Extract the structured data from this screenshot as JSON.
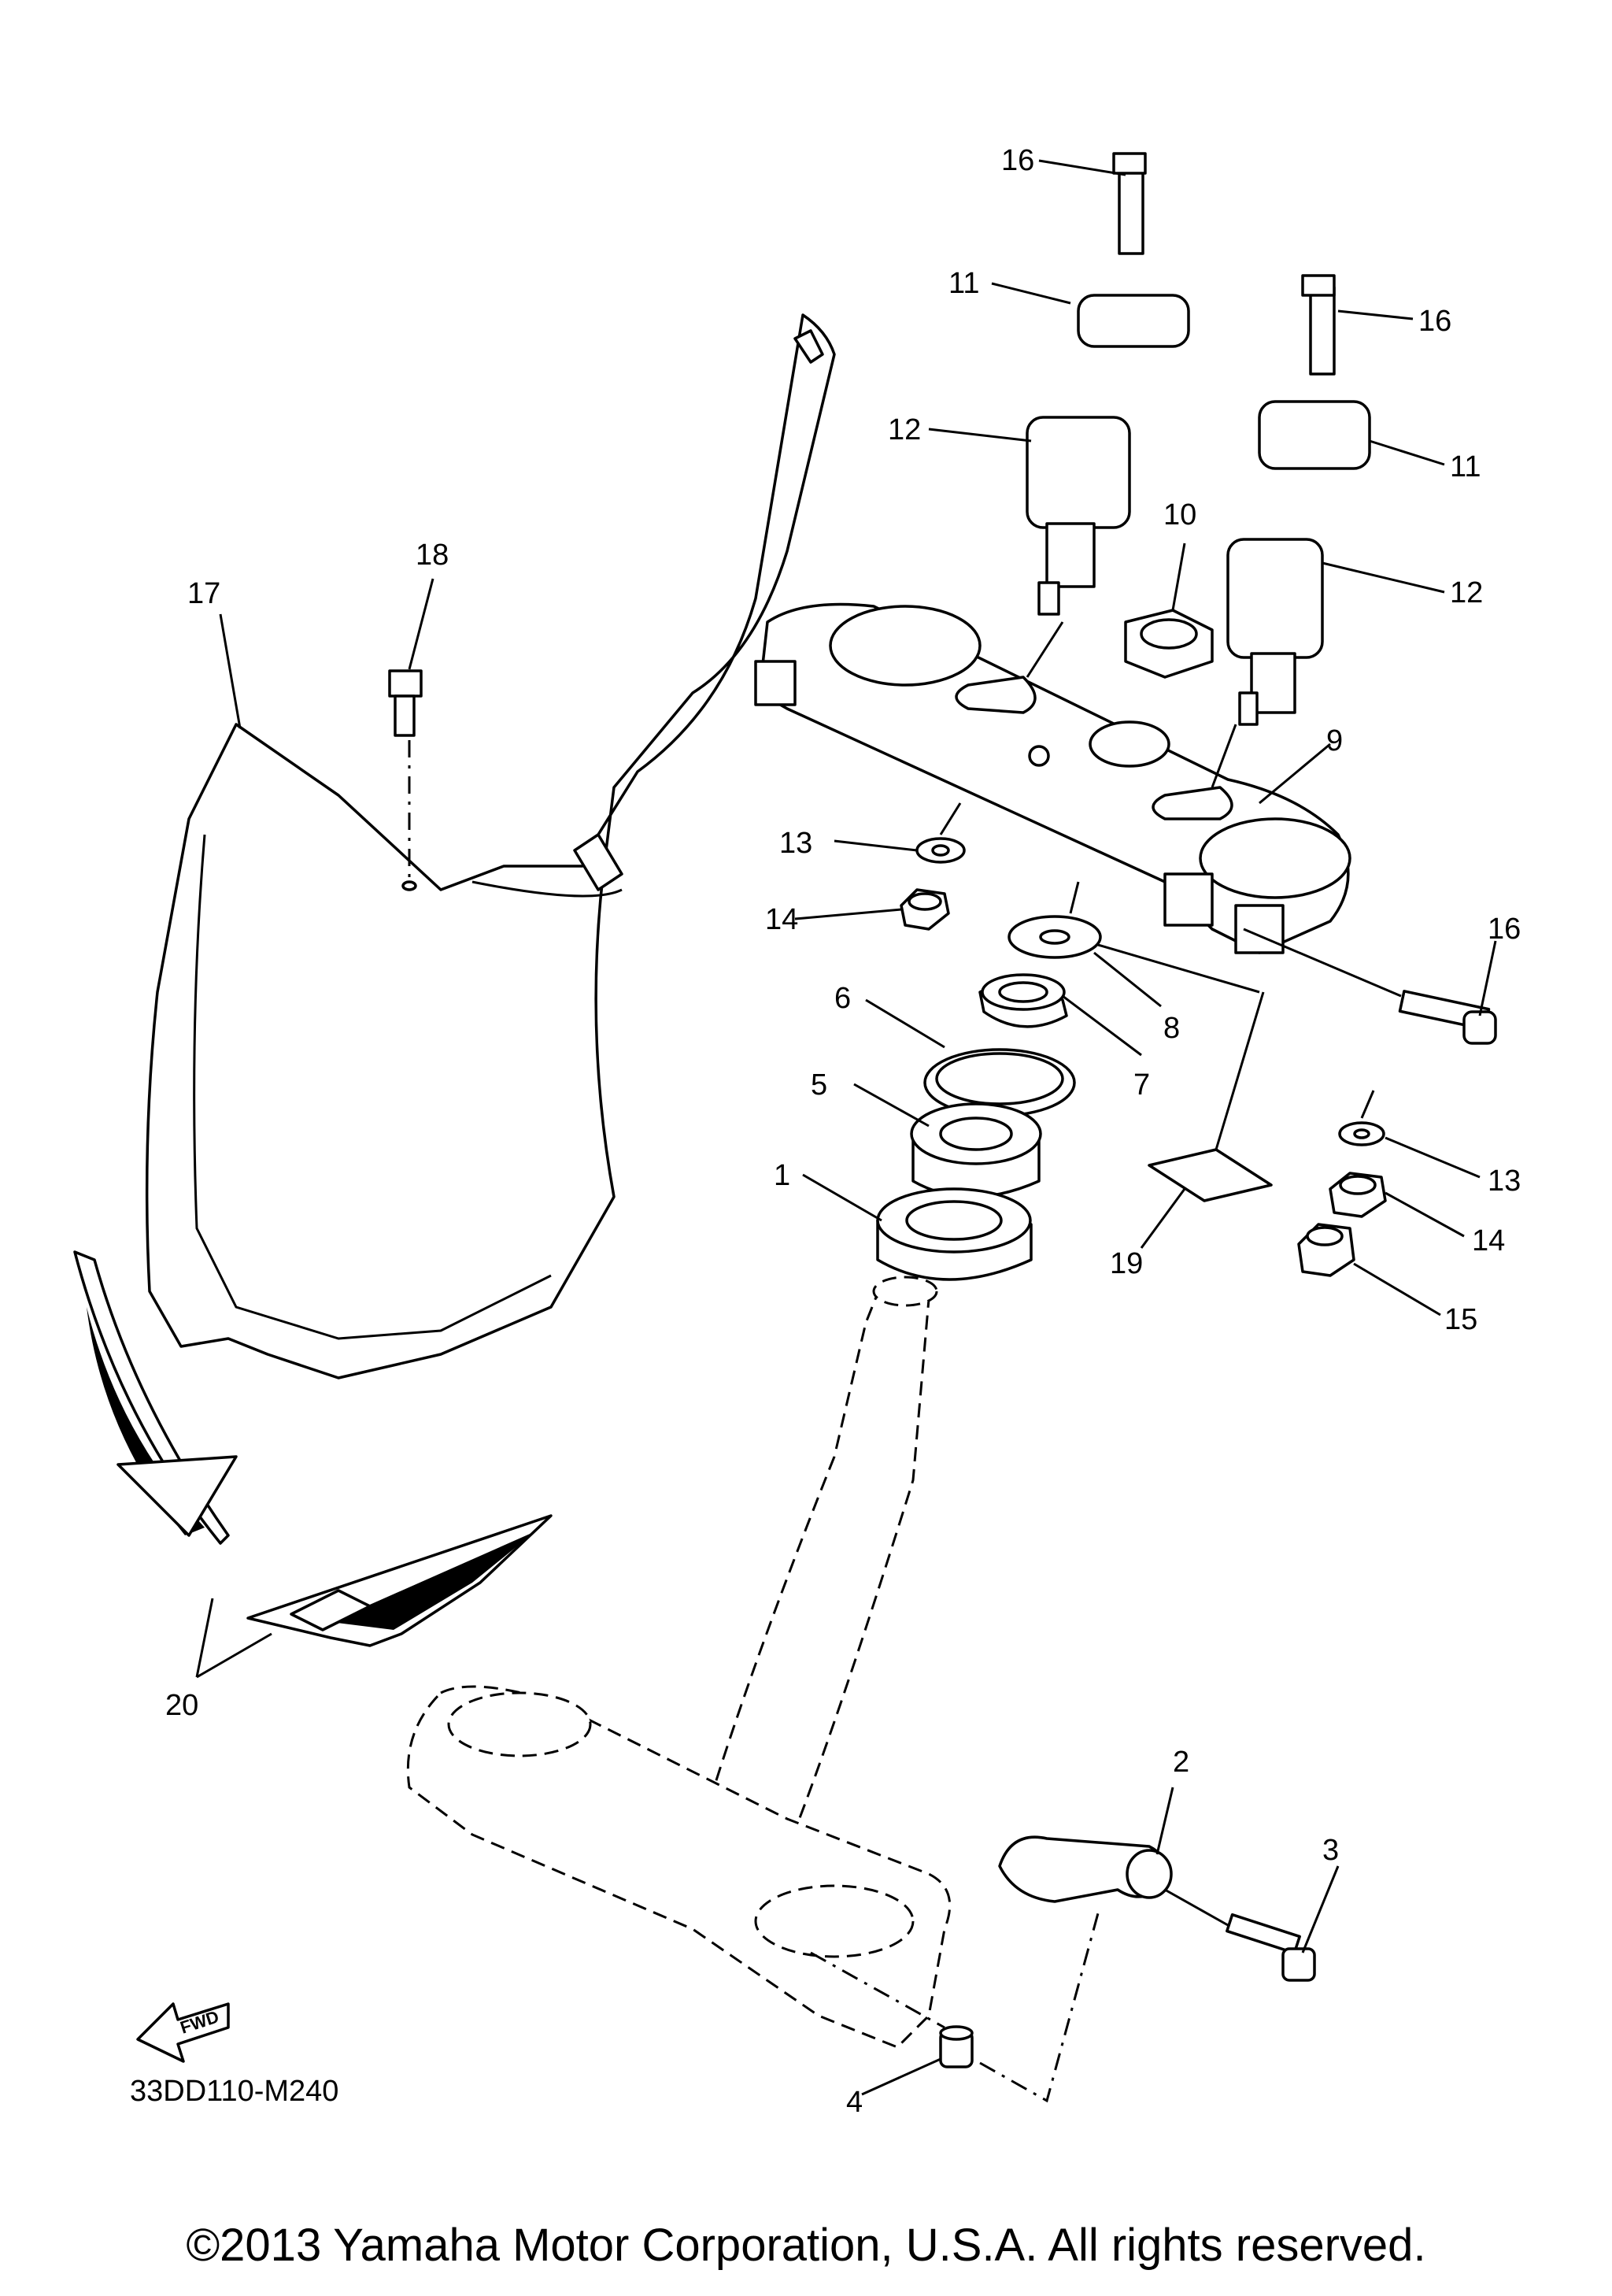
{
  "diagram": {
    "code": "33DD110-M240",
    "copyright": "©2013 Yamaha Motor Corporation, U.S.A. All rights reserved.",
    "fwd_label": "FWD",
    "callouts": {
      "c1": "1",
      "c2": "2",
      "c3": "3",
      "c4": "4",
      "c5": "5",
      "c6": "6",
      "c7": "7",
      "c8": "8",
      "c9": "9",
      "c10": "10",
      "c11a": "11",
      "c11b": "11",
      "c12a": "12",
      "c12b": "12",
      "c13a": "13",
      "c13b": "13",
      "c14a": "14",
      "c14b": "14",
      "c15": "15",
      "c16a": "16",
      "c16b": "16",
      "c16c": "16",
      "c17": "17",
      "c18": "18",
      "c19": "19",
      "c20": "20"
    }
  }
}
